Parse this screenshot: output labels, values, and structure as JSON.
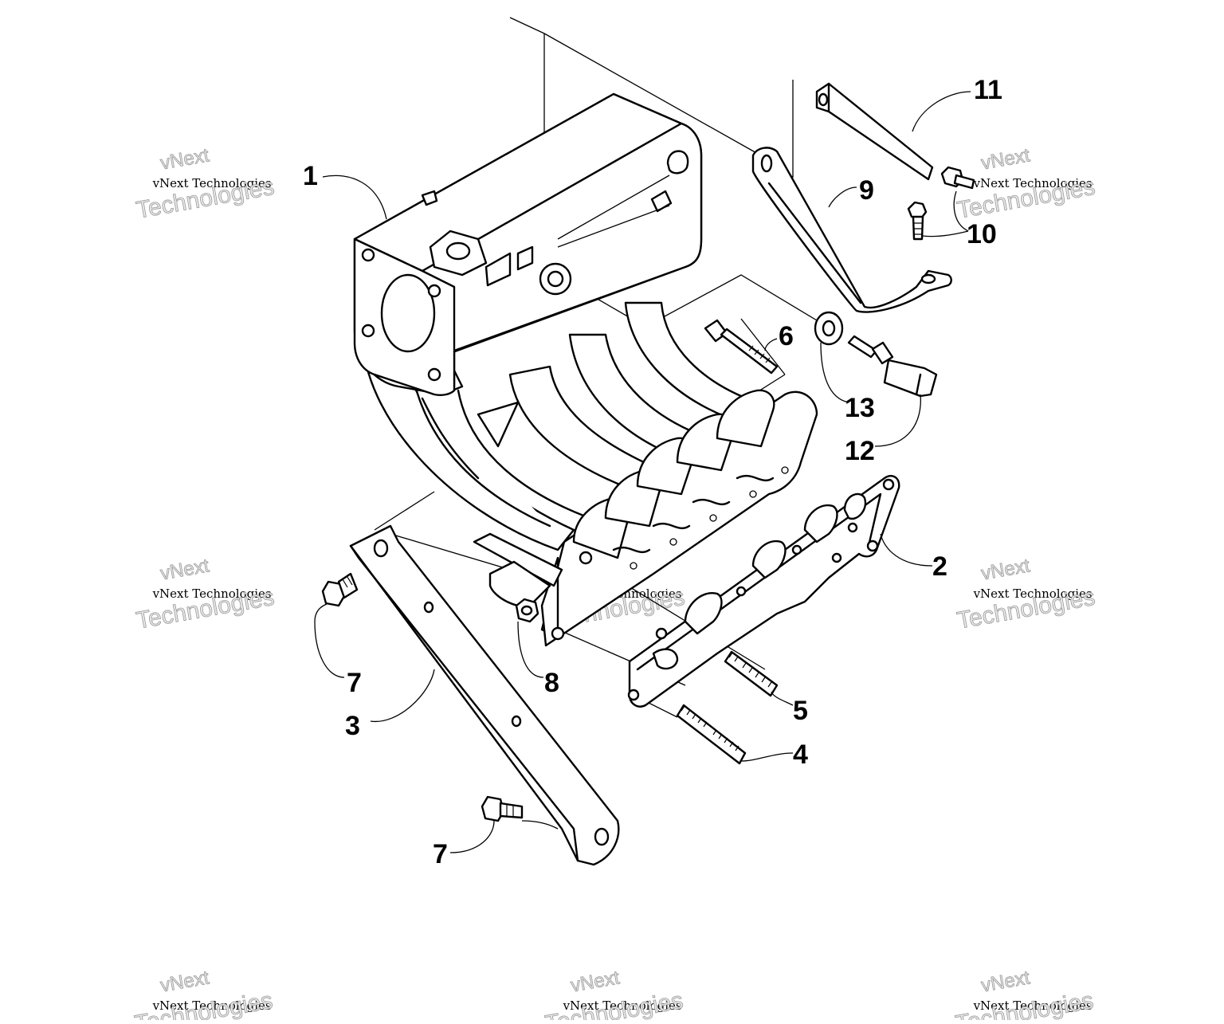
{
  "diagram": {
    "watermark": {
      "line1": "vNext Technologies",
      "line2": "vNext",
      "line3": "Technologies"
    },
    "callouts": {
      "c1": "1",
      "c2": "2",
      "c3": "3",
      "c4": "4",
      "c5": "5",
      "c6": "6",
      "c7a": "7",
      "c7b": "7",
      "c8": "8",
      "c9": "9",
      "c10": "10",
      "c11": "11",
      "c12": "12",
      "c13": "13"
    }
  }
}
